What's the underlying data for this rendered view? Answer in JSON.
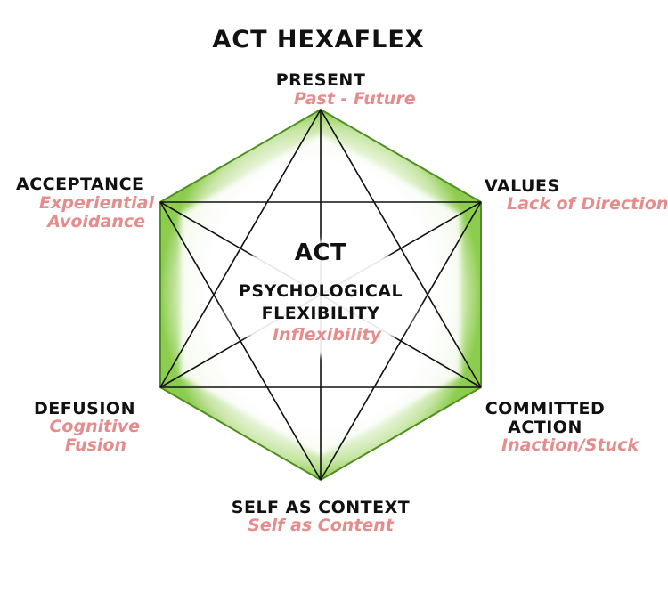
{
  "title": "ACT HEXAFLEX",
  "colors": {
    "hexagon_edge": "#6bb52e",
    "glow": "#8ccd4f",
    "lines": "#111111",
    "negative_text": "#e58c8c",
    "text": "#111111"
  },
  "center": {
    "title": "ACT",
    "line1": "PSYCHOLOGICAL",
    "line2": "FLEXIBILITY",
    "negative": "Inflexibility"
  },
  "nodes": {
    "present": {
      "label": "PRESENT",
      "negative": "Past - Future"
    },
    "values": {
      "label": "VALUES",
      "negative": "Lack of Direction"
    },
    "committed_action": {
      "label_line1": "COMMITTED",
      "label_line2": "ACTION",
      "negative": "Inaction/Stuck"
    },
    "self_as_context": {
      "label": "SELF AS CONTEXT",
      "negative": "Self as Content"
    },
    "defusion": {
      "label": "DEFUSION",
      "negative_line1": "Cognitive",
      "negative_line2": "Fusion"
    },
    "acceptance": {
      "label": "ACCEPTANCE",
      "negative_line1": "Experiential",
      "negative_line2": "Avoidance"
    }
  }
}
